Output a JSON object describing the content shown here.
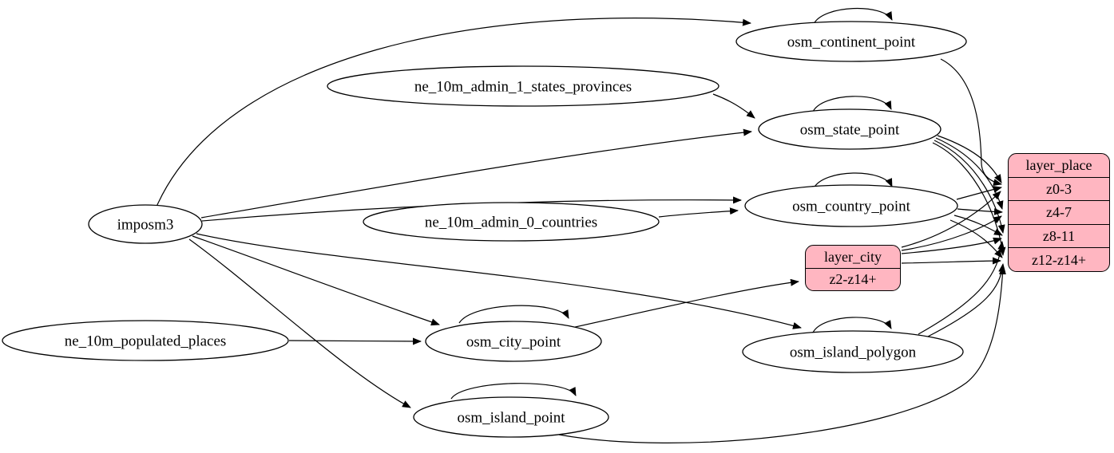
{
  "diagram": {
    "background_color": "#ffffff",
    "table_fill_color": "#ffffff",
    "layer_fill_color": "#ffb6c1",
    "stroke_color": "#000000"
  },
  "nodes": {
    "imposm3": {
      "label": "imposm3"
    },
    "ne_10m_admin_1_states_provinces": {
      "label": "ne_10m_admin_1_states_provinces"
    },
    "ne_10m_admin_0_countries": {
      "label": "ne_10m_admin_0_countries"
    },
    "ne_10m_populated_places": {
      "label": "ne_10m_populated_places"
    },
    "osm_continent_point": {
      "label": "osm_continent_point"
    },
    "osm_state_point": {
      "label": "osm_state_point"
    },
    "osm_country_point": {
      "label": "osm_country_point"
    },
    "osm_city_point": {
      "label": "osm_city_point"
    },
    "osm_island_polygon": {
      "label": "osm_island_polygon"
    },
    "osm_island_point": {
      "label": "osm_island_point"
    }
  },
  "records": {
    "layer_city": {
      "title": "layer_city",
      "rows": [
        "z2-z14+"
      ]
    },
    "layer_place": {
      "title": "layer_place",
      "rows": [
        "z0-3",
        "z4-7",
        "z8-11",
        "z12-z14+"
      ]
    }
  },
  "edges": [
    {
      "from": "imposm3",
      "to": "osm_continent_point"
    },
    {
      "from": "imposm3",
      "to": "osm_state_point"
    },
    {
      "from": "imposm3",
      "to": "osm_country_point"
    },
    {
      "from": "imposm3",
      "to": "osm_city_point"
    },
    {
      "from": "imposm3",
      "to": "osm_island_polygon"
    },
    {
      "from": "imposm3",
      "to": "osm_island_point"
    },
    {
      "from": "ne_10m_admin_1_states_provinces",
      "to": "osm_state_point"
    },
    {
      "from": "ne_10m_admin_0_countries",
      "to": "osm_country_point"
    },
    {
      "from": "ne_10m_populated_places",
      "to": "osm_city_point"
    },
    {
      "from": "osm_continent_point",
      "to": "osm_continent_point"
    },
    {
      "from": "osm_state_point",
      "to": "osm_state_point"
    },
    {
      "from": "osm_country_point",
      "to": "osm_country_point"
    },
    {
      "from": "osm_city_point",
      "to": "osm_city_point"
    },
    {
      "from": "osm_island_polygon",
      "to": "osm_island_polygon"
    },
    {
      "from": "osm_island_point",
      "to": "osm_island_point"
    },
    {
      "from": "osm_continent_point",
      "to": "layer_place:z0-3"
    },
    {
      "from": "osm_country_point",
      "to": "layer_place:z0-3"
    },
    {
      "from": "osm_country_point",
      "to": "layer_place:z4-7"
    },
    {
      "from": "osm_country_point",
      "to": "layer_place:z8-11"
    },
    {
      "from": "osm_country_point",
      "to": "layer_place:z12-z14+"
    },
    {
      "from": "osm_state_point",
      "to": "layer_place:z0-3"
    },
    {
      "from": "osm_state_point",
      "to": "layer_place:z4-7"
    },
    {
      "from": "osm_state_point",
      "to": "layer_place:z8-11"
    },
    {
      "from": "osm_state_point",
      "to": "layer_place:z12-z14+"
    },
    {
      "from": "osm_city_point",
      "to": "layer_city:z2-z14+"
    },
    {
      "from": "layer_city",
      "to": "layer_place:z0-3"
    },
    {
      "from": "layer_city",
      "to": "layer_place:z4-7"
    },
    {
      "from": "layer_city",
      "to": "layer_place:z8-11"
    },
    {
      "from": "layer_city",
      "to": "layer_place:z12-z14+"
    },
    {
      "from": "osm_island_polygon",
      "to": "layer_place:z8-11"
    },
    {
      "from": "osm_island_polygon",
      "to": "layer_place:z12-z14+"
    },
    {
      "from": "osm_island_point",
      "to": "layer_place:z12-z14+"
    }
  ]
}
